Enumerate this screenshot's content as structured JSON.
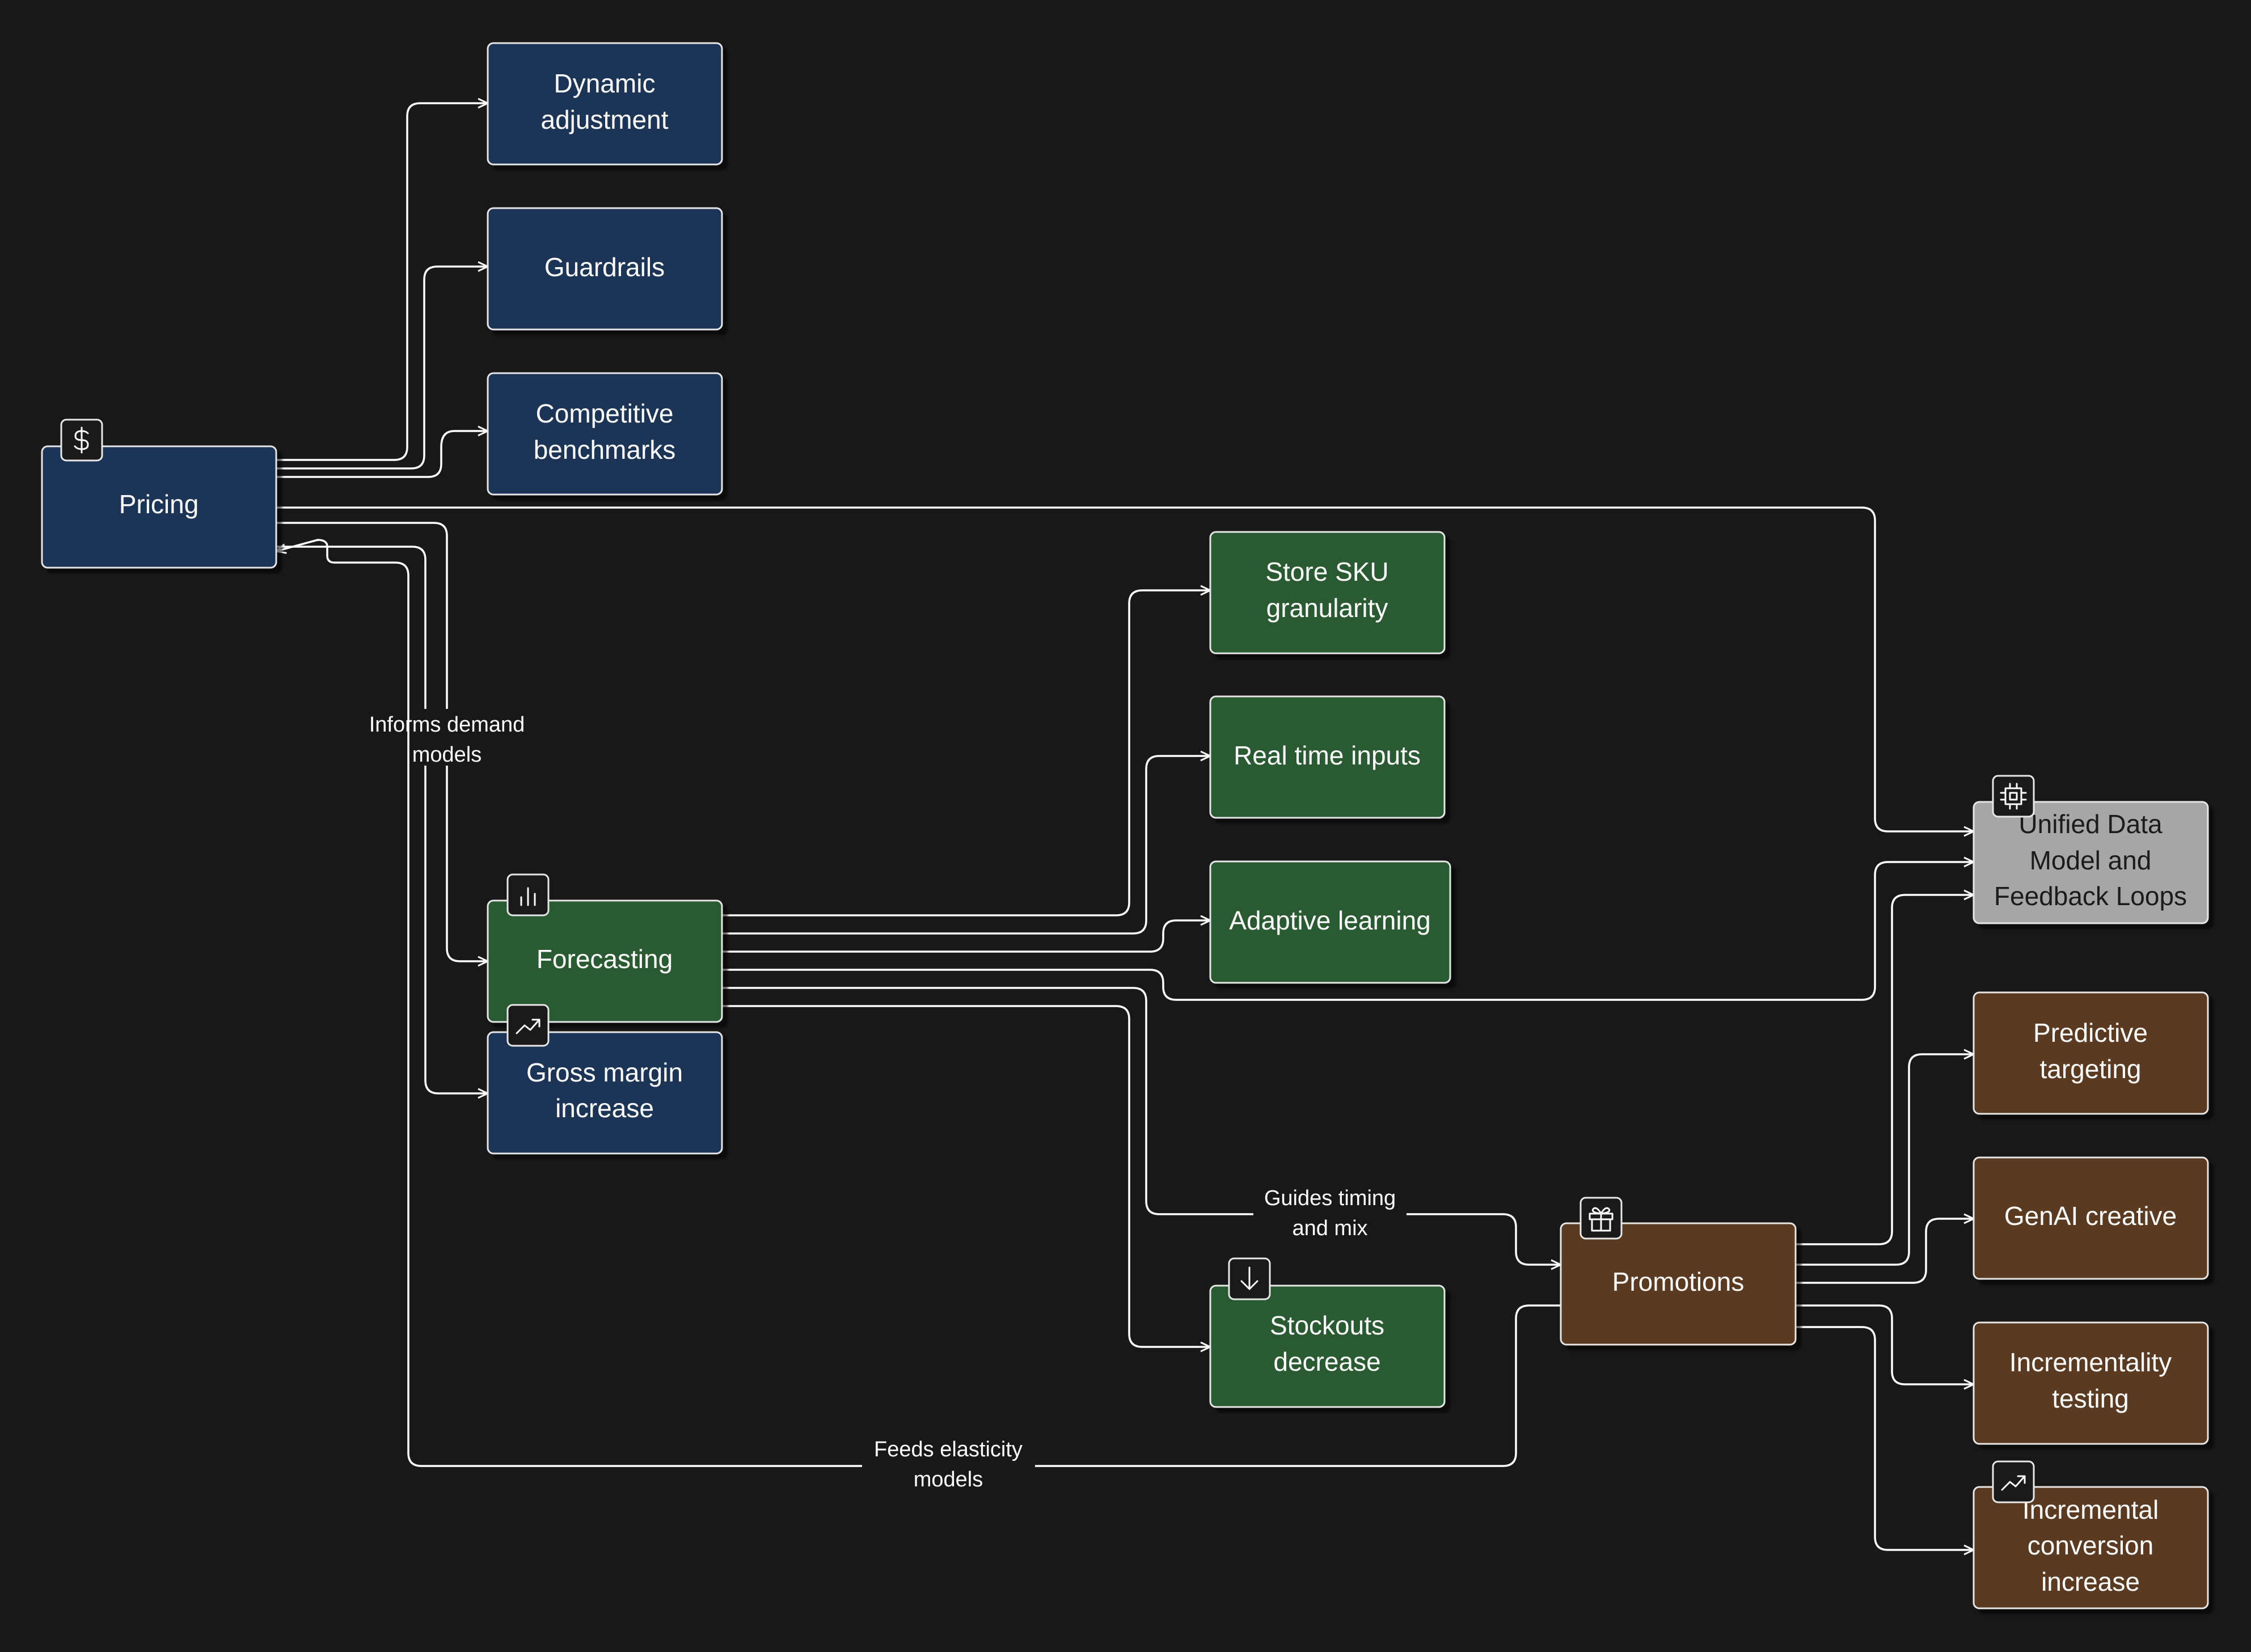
{
  "colors": {
    "background": "#181818",
    "pricing": "#1f3456",
    "forecasting": "#2a5a32",
    "promotions": "#5a3a24",
    "unified": "#a6a6a6",
    "stroke": "#e6e6e6"
  },
  "nodes": {
    "pricing": {
      "lines": [
        "Pricing"
      ],
      "icon": "dollar-icon"
    },
    "dynamic": {
      "lines": [
        "Dynamic",
        "adjustment"
      ]
    },
    "guardrails": {
      "lines": [
        "Guardrails"
      ]
    },
    "competitive": {
      "lines": [
        "Competitive",
        "benchmarks"
      ]
    },
    "forecasting": {
      "lines": [
        "Forecasting"
      ],
      "icon": "bar-chart-icon"
    },
    "gross": {
      "lines": [
        "Gross margin",
        "increase"
      ],
      "icon": "trend-up-icon"
    },
    "sku": {
      "lines": [
        "Store SKU",
        "granularity"
      ]
    },
    "realtime": {
      "lines": [
        "Real time inputs"
      ]
    },
    "adaptive": {
      "lines": [
        "Adaptive learning"
      ]
    },
    "stockouts": {
      "lines": [
        "Stockouts",
        "decrease"
      ],
      "icon": "arrow-down-icon"
    },
    "promotions": {
      "lines": [
        "Promotions"
      ],
      "icon": "gift-icon"
    },
    "unified": {
      "lines": [
        "Unified Data",
        "Model and",
        "Feedback Loops"
      ],
      "icon": "chip-icon"
    },
    "predictive": {
      "lines": [
        "Predictive",
        "targeting"
      ]
    },
    "genai": {
      "lines": [
        "GenAI creative"
      ]
    },
    "incrementality": {
      "lines": [
        "Incrementality",
        "testing"
      ]
    },
    "conversion": {
      "lines": [
        "Incremental",
        "conversion",
        "increase"
      ],
      "icon": "trend-up-icon"
    }
  },
  "edge_labels": {
    "informs": [
      "Informs demand",
      "models"
    ],
    "guides": [
      "Guides timing",
      "and mix"
    ],
    "feeds": [
      "Feeds elasticity",
      "models"
    ]
  }
}
